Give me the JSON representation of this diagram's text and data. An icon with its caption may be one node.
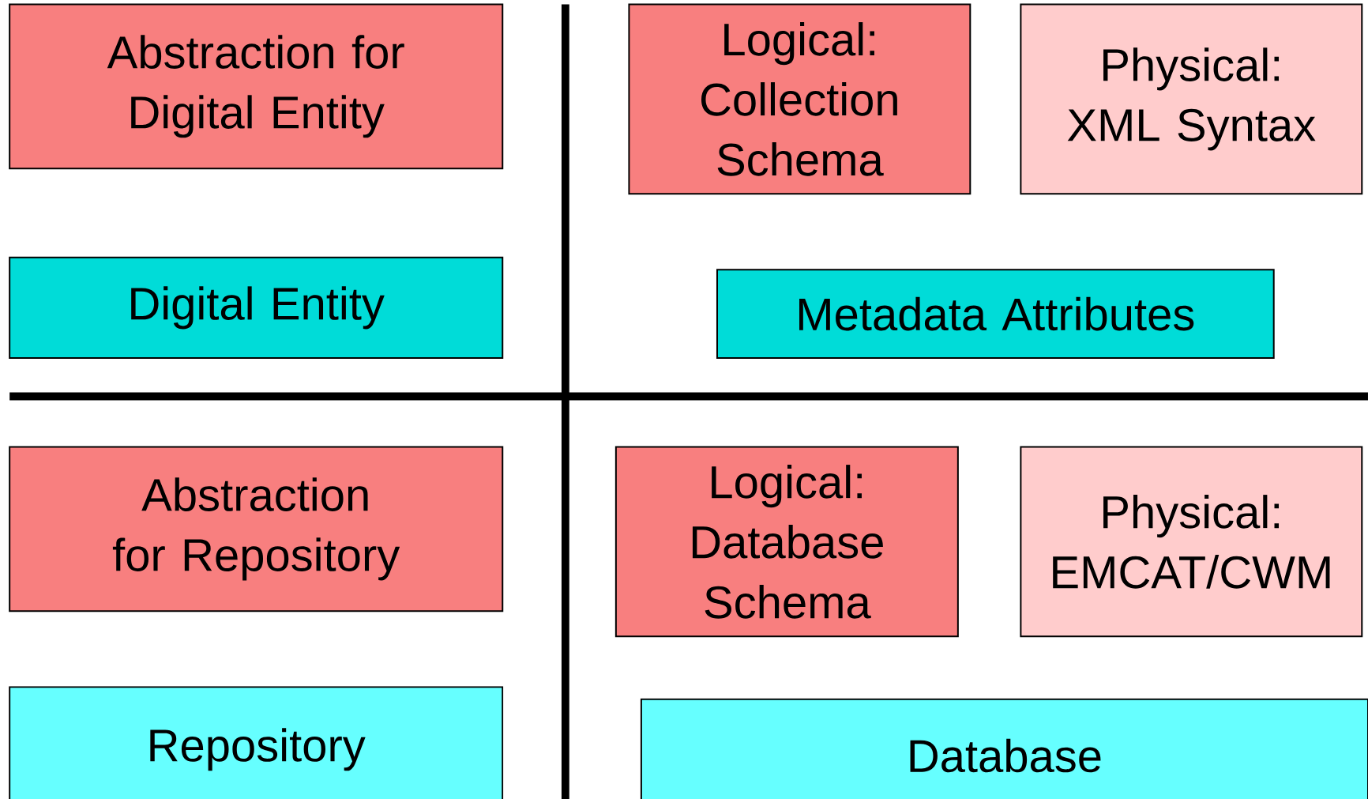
{
  "diagram": {
    "nodes": [
      {
        "text": [
          "Abstraction for Digital Entity"
        ]
      },
      {
        "text": [
          "Logical: Collection Schema"
        ]
      },
      {
        "text": [
          "Physical: XML Syntax"
        ]
      },
      {
        "text": [
          "Digital Entity"
        ]
      },
      {
        "text": [
          "Metadata Attributes"
        ]
      },
      {
        "text": [
          "Abstraction for Repository"
        ]
      },
      {
        "text": [
          "Logical: Database Schema"
        ]
      },
      {
        "text": [
          "Physical: EMCAT/CWM"
        ]
      },
      {
        "text": [
          "Repository"
        ]
      },
      {
        "text": [
          "Database"
        ]
      }
    ]
  }
}
